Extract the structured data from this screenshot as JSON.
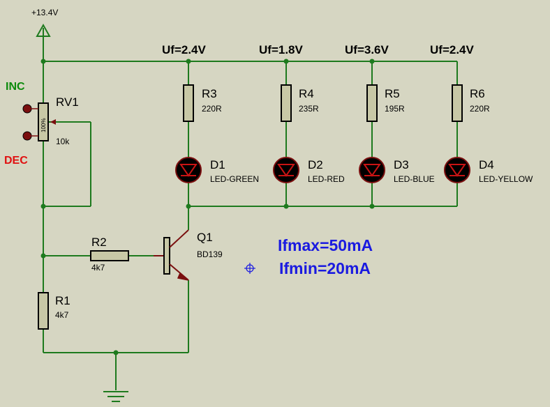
{
  "supply": {
    "label": "+13.4V"
  },
  "buttons": {
    "inc": "INC",
    "dec": "DEC"
  },
  "rv1": {
    "ref": "RV1",
    "value": "10k",
    "percent": "100%"
  },
  "resistors": [
    {
      "ref": "R3",
      "value": "220R"
    },
    {
      "ref": "R4",
      "value": "235R"
    },
    {
      "ref": "R5",
      "value": "195R"
    },
    {
      "ref": "R6",
      "value": "220R"
    },
    {
      "ref": "R2",
      "value": "4k7"
    },
    {
      "ref": "R1",
      "value": "4k7"
    }
  ],
  "leds": [
    {
      "ref": "D1",
      "type": "LED-GREEN",
      "uf": "Uf=2.4V"
    },
    {
      "ref": "D2",
      "type": "LED-RED",
      "uf": "Uf=1.8V"
    },
    {
      "ref": "D3",
      "type": "LED-BLUE",
      "uf": "Uf=3.6V"
    },
    {
      "ref": "D4",
      "type": "LED-YELLOW",
      "uf": "Uf=2.4V"
    }
  ],
  "transistor": {
    "ref": "Q1",
    "type": "BD139"
  },
  "notes": {
    "ifmax": "Ifmax=50mA",
    "ifmin": "Ifmin=20mA"
  },
  "colors": {
    "wire": "#1e7a1e",
    "component": "#7a0f0f",
    "note": "#1a1ae0",
    "inc": "#0b8a0b",
    "dec": "#e01010"
  }
}
